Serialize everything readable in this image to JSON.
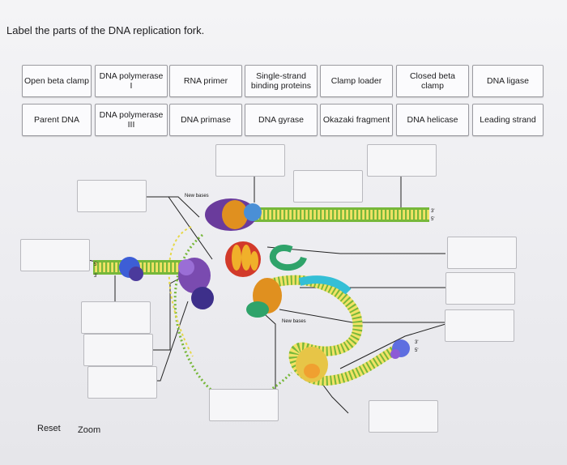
{
  "title": "Label the parts of the DNA replication fork.",
  "labels_row1": [
    "Open beta clamp",
    "DNA polymerase I",
    "RNA primer",
    "Single-strand binding proteins",
    "Clamp loader",
    "Closed beta clamp",
    "DNA ligase"
  ],
  "labels_row2": [
    "Parent DNA",
    "DNA polymerase III",
    "DNA primase",
    "DNA gyrase",
    "Okazaki fragment",
    "DNA helicase",
    "Leading strand"
  ],
  "figure": {
    "new_bases_top": "New bases",
    "new_bases_bottom": "New bases",
    "prime_3_left": "3'",
    "prime_5_left": "5'",
    "prime_3_top": "3'",
    "prime_5_top": "5'",
    "prime_3_bottom": "3'",
    "prime_5_bottom": "5'"
  },
  "controls": {
    "reset": "Reset",
    "zoom": "Zoom"
  },
  "colors": {
    "strand_green": "#77b83a",
    "strand_yellow": "#f2e266",
    "helicase_purple": "#4b3a9c",
    "polymerase_orange": "#e0901f",
    "clamp_purple": "#6a3b9c",
    "ligase_blue": "#3d5ed6",
    "primer_cyan": "#34bfd6"
  }
}
